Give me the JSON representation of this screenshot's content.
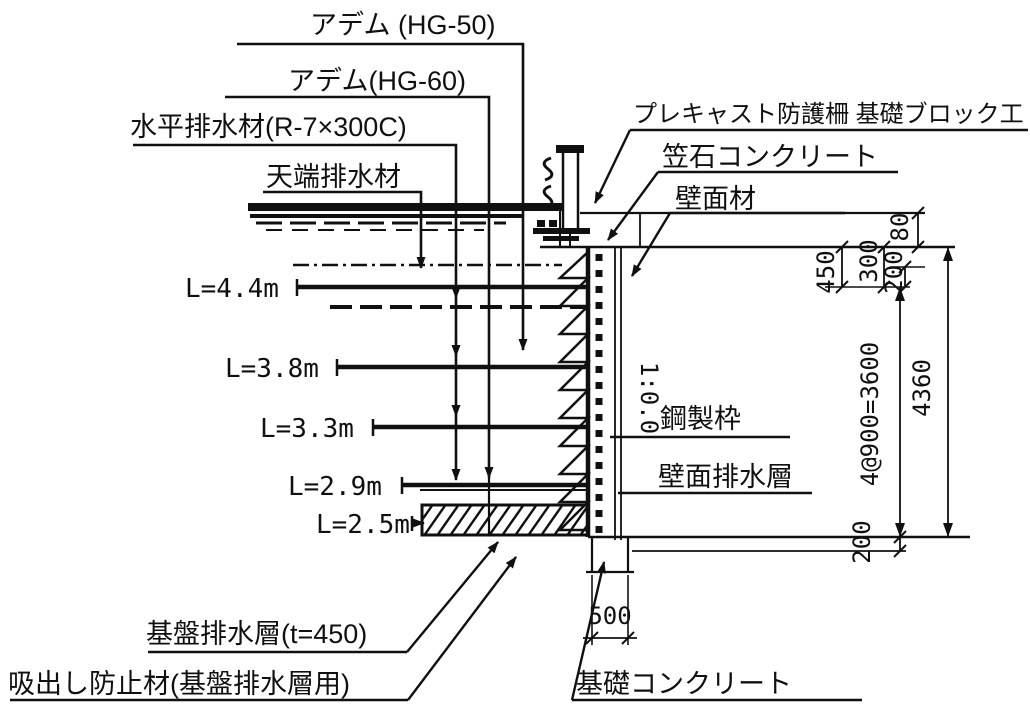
{
  "drawing": {
    "labels": {
      "adem_hg50": "アデム (HG-50)",
      "adem_hg60": "アデム(HG-60)",
      "horizontal_drain": "水平排水材(R-7×300C)",
      "crest_drain": "天端排水材",
      "precast_guard_fence_block": "プレキャスト防護柵 基礎ブロック工",
      "cap_concrete": "笠石コンクリート",
      "wall_face_material": "壁面材",
      "steel_frame": "鋼製枠",
      "wall_drainage_layer": "壁面排水層",
      "slope_ratio": "1:0.0",
      "geogrid": [
        "L=4.4m",
        "L=3.8m",
        "L=3.3m",
        "L=2.9m",
        "L=2.5m"
      ],
      "base_drainage_layer": "基盤排水層(t=450)",
      "suction_prevention": "吸出し防止材(基盤排水層用)",
      "foundation_concrete": "基礎コンクリート"
    },
    "dimensions": {
      "cap_top": "80",
      "cap_height": "300",
      "embedment": "200",
      "top_panel": "450",
      "panel_pitch": "4@900=3600",
      "wall_total_height": "4360",
      "base_thickness": "200",
      "foundation_width": "500"
    },
    "colors": {
      "line": "#101010",
      "background": "#ffffff"
    }
  }
}
